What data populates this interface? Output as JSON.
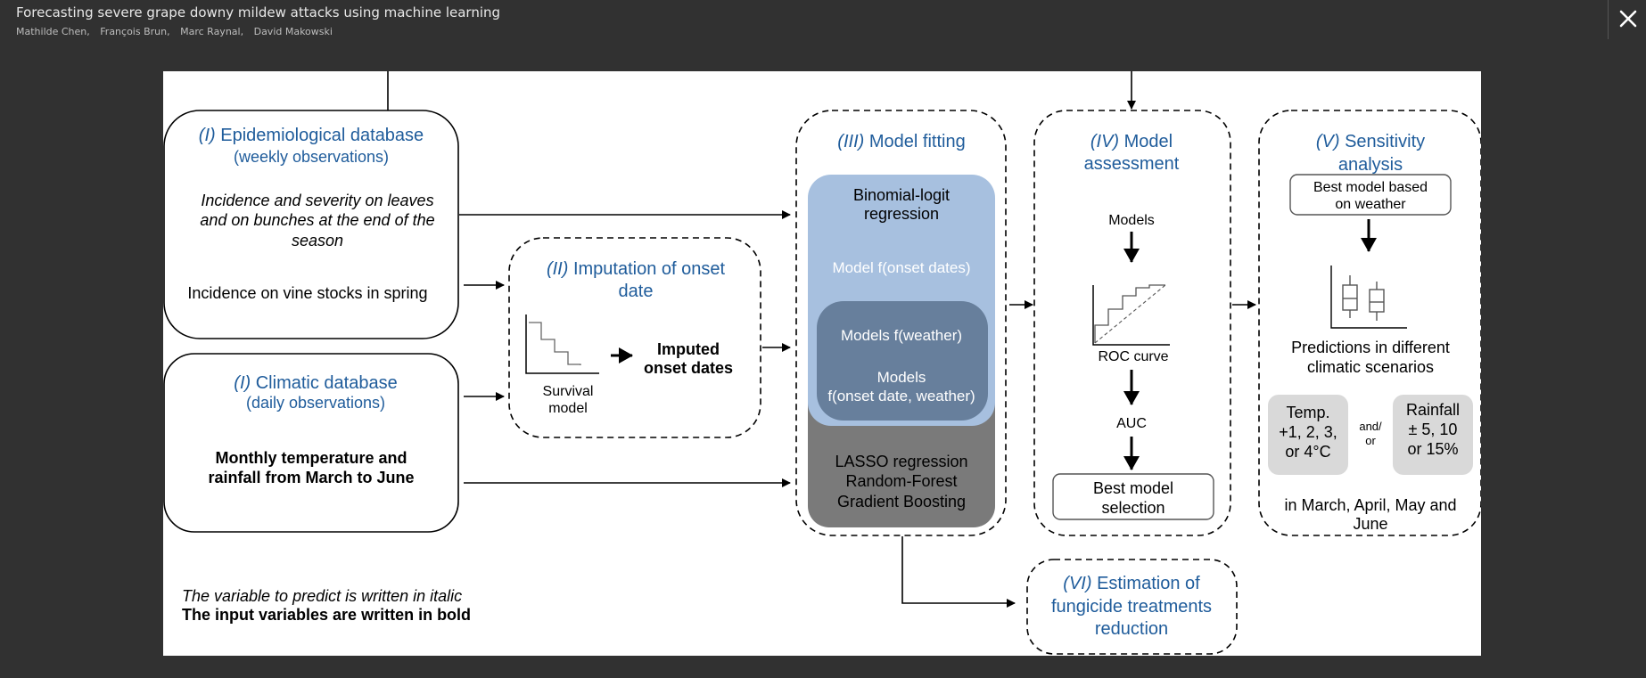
{
  "header": {
    "title": "Forecasting severe grape downy mildew attacks using machine learning",
    "authors": [
      "Mathilde Chen,",
      "François Brun,",
      "Marc Raynal,",
      "David Makowski"
    ]
  },
  "colors": {
    "background": "#313131",
    "heading_blue": "#1f5c9b",
    "light_blue_box": "#a7c0df",
    "mid_blue_box": "#677f9c",
    "gray_box": "#7a7a7a",
    "light_gray_box": "#d9d9d9"
  },
  "figure": {
    "epi": {
      "roman": "(I)",
      "title": "Epidemiological database",
      "subtitle": "(weekly observations)",
      "italic_lines": [
        "Incidence and severity on leaves",
        "and on bunches at the end of the",
        "season"
      ],
      "stocks": "Incidence on vine stocks in spring"
    },
    "clim": {
      "roman": "(I)",
      "title": "Climatic database",
      "subtitle": "(daily observations)",
      "bold_lines": [
        "Monthly temperature and",
        "rainfall from March to June"
      ]
    },
    "imputation": {
      "roman": "(II)",
      "title_lines": [
        "Imputation of onset",
        "date"
      ],
      "survival_lines": [
        "Survival",
        "model"
      ],
      "imputed_lines": [
        "Imputed",
        "onset dates"
      ]
    },
    "fitting": {
      "roman": "(III)",
      "title": "Model fitting",
      "binomial_lines": [
        "Binomial-logit",
        "regression"
      ],
      "model_onset": "Model f(onset dates)",
      "models_weather": "Models f(weather)",
      "models_both_lines": [
        "Models",
        "f(onset date, weather)"
      ],
      "methods": [
        "LASSO regression",
        "Random-Forest",
        "Gradient Boosting"
      ]
    },
    "assessment": {
      "roman": "(IV)",
      "title_lines": [
        "Model",
        "assessment"
      ],
      "models": "Models",
      "roc": "ROC curve",
      "auc": "AUC",
      "best_lines": [
        "Best model",
        "selection"
      ]
    },
    "sensitivity": {
      "roman": "(V)",
      "title_lines": [
        "Sensitivity",
        "analysis"
      ],
      "best_lines": [
        "Best model based",
        "on weather"
      ],
      "predictions_lines": [
        "Predictions in different",
        "climatic scenarios"
      ],
      "temp_lines": [
        "Temp.",
        "+1, 2, 3,",
        "or 4°C"
      ],
      "andor_lines": [
        "and/",
        "or"
      ],
      "rain_lines": [
        "Rainfall",
        "± 5, 10",
        "or 15%"
      ],
      "months_lines": [
        "in March, April, May and",
        "June"
      ]
    },
    "estimation": {
      "roman": "(VI)",
      "title_lines": [
        "Estimation of",
        "fungicide treatments",
        "reduction"
      ]
    },
    "legend": {
      "italic": "The variable to predict is written in italic",
      "bold": "The input variables are written in bold"
    }
  }
}
